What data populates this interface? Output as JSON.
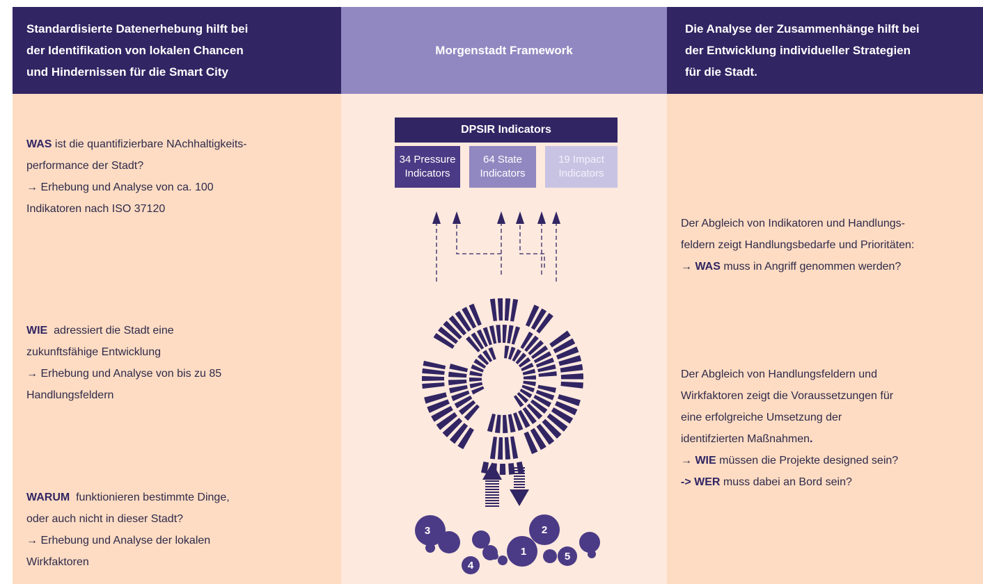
{
  "left": {
    "header": [
      "Standardisierte Datenerhebung hilft bei",
      "der Identifikation von lokalen Chancen",
      "und Hindernissen für die Smart City"
    ],
    "was": {
      "kw": "WAS",
      "line1_rest": " ist die quantifizierbare NAchhaltigkeits-",
      "line2": "performance der Stadt?",
      "line3": "→ Erhebung und Analyse von ca. 100",
      "line4": "Indikatoren nach ISO 37120"
    },
    "wie": {
      "kw": "WIE",
      "line1_rest": "  adressiert die Stadt eine",
      "line2": "zukunftsfähige Entwicklung",
      "line3": "→ Erhebung und Analyse von bis zu 85",
      "line4": "Handlungsfeldern"
    },
    "warum": {
      "kw": "WARUM",
      "line1_rest": "  funktionieren bestimmte Dinge,",
      "line2": "oder auch nicht in dieser Stadt?",
      "line3": "→ Erhebung und Analyse der lokalen",
      "line4": "Wirkfaktoren"
    }
  },
  "middle": {
    "header": "Morgenstadt Framework",
    "dpsir_title": "DPSIR Indicators",
    "boxes": [
      {
        "l1": "34 Pressure",
        "l2": "Indicators"
      },
      {
        "l1": "64 State",
        "l2": "Indicators"
      },
      {
        "l1": "19 Impact",
        "l2": "Indicators"
      }
    ],
    "circle_labels": [
      "1",
      "2",
      "3",
      "4",
      "5"
    ]
  },
  "right": {
    "header": [
      "Die Analyse der Zusammenhänge hilft bei",
      "der Entwicklung individueller Strategien",
      "für die Stadt."
    ],
    "p1": {
      "line1": "Der Abgleich von Indikatoren und Handlungs-",
      "line2": "feldern zeigt Handlungsbedarfe und Prioritäten:",
      "arrow": "→ ",
      "kw": "WAS",
      "rest": " muss in Angriff genommen werden?"
    },
    "p2": {
      "line1": "Der Abgleich von Handlungsfeldern und",
      "line2": "Wirkfaktoren zeigt die Voraussetzungen für",
      "line3": "eine erfolgreiche Umsetzung der",
      "line4": "identifzierten Maßnahmen",
      "line4_dot": ".",
      "wie_arrow": "→ ",
      "wie_kw": "WIE",
      "wie_rest": " müssen die Projekte designed sein?",
      "wer_arrow": "-> ",
      "wer_kw": "WER",
      "wer_rest": " muss dabei an Bord sein?"
    }
  },
  "colors": {
    "dark": "#312563",
    "mid": "#9188c1",
    "light": "#c9c3e3",
    "peach": "#fddcc3",
    "pale": "#fde9de"
  }
}
